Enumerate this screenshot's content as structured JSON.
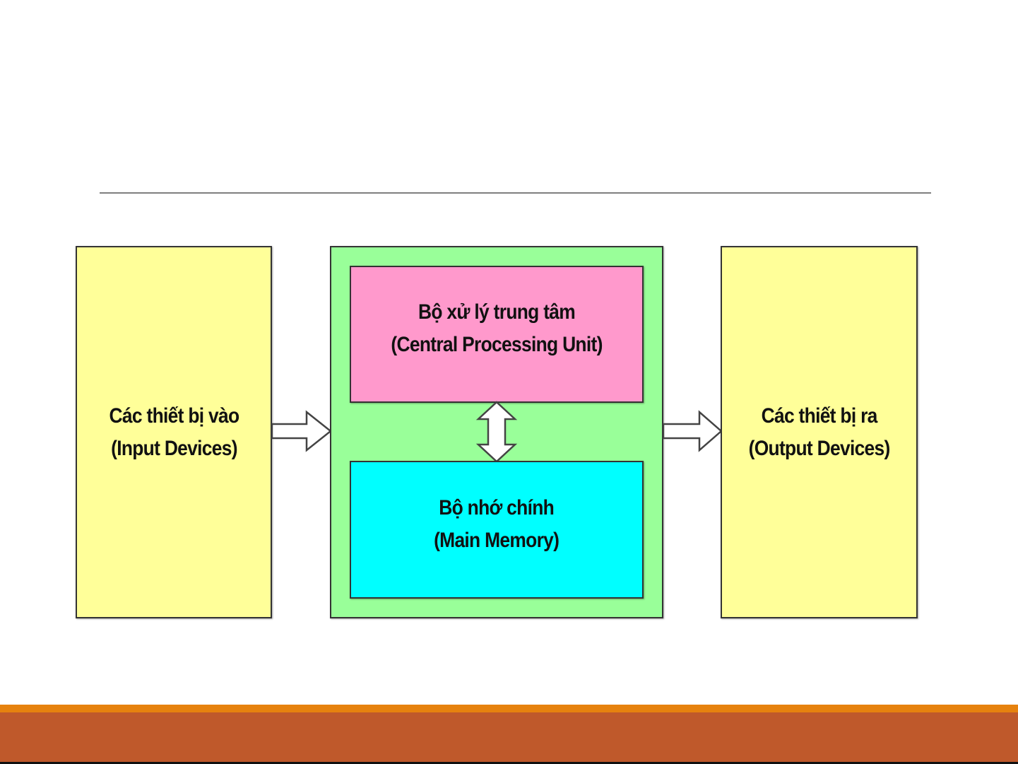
{
  "slide": {
    "title": "",
    "divider_color": "#7f7f7f"
  },
  "diagram": {
    "input": {
      "line1": "Các thiết bị vào",
      "line2": "(Input Devices)",
      "color": "#ffff99"
    },
    "system": {
      "color": "#99ff99",
      "cpu": {
        "line1": "Bộ xử lý trung tâm",
        "line2": "(Central Processing Unit)",
        "color": "#ff99cc"
      },
      "memory": {
        "line1": "Bộ nhớ chính",
        "line2": "(Main Memory)",
        "color": "#00ffff"
      }
    },
    "output": {
      "line1": "Các thiết bị ra",
      "line2": "(Output Devices)",
      "color": "#ffff99"
    },
    "arrows": [
      {
        "from": "input",
        "to": "system",
        "type": "right-block-arrow"
      },
      {
        "from": "cpu",
        "to": "memory",
        "type": "up-down-block-arrow"
      },
      {
        "from": "system",
        "to": "output",
        "type": "right-block-arrow"
      }
    ]
  },
  "footer": {
    "stripe_color": "#e6820e",
    "band_color": "#bf592b"
  }
}
